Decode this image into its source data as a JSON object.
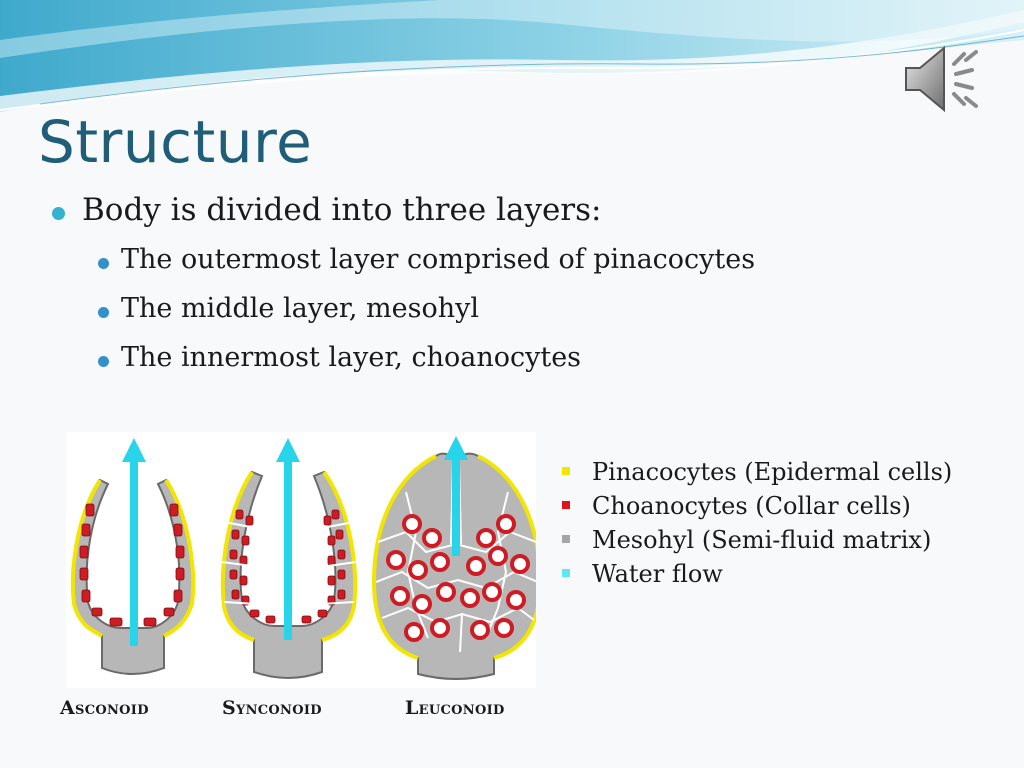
{
  "slide": {
    "title": "Structure",
    "bullets": [
      {
        "text": "Body is divided into three layers:",
        "subitems": [
          "The outermost layer comprised of pinacocytes",
          "The middle layer, mesohyl",
          "The innermost layer, choanocytes"
        ]
      }
    ]
  },
  "diagram": {
    "captions": [
      "Asconoid",
      "Synconoid",
      "Leuconoid"
    ],
    "legend": [
      {
        "label": "Pinacocytes (Epidermal cells)",
        "color": "#f2e600"
      },
      {
        "label": "Choanocytes (Collar cells)",
        "color": "#e0121b"
      },
      {
        "label": "Mesohyl (Semi-fluid matrix)",
        "color": "#a6a6a6"
      },
      {
        "label": "Water flow",
        "color": "#5ee6f2"
      }
    ]
  },
  "colors": {
    "title": "#1f5d78",
    "bullet_primary": "#33b3cf",
    "bullet_secondary": "#3390c9",
    "wave_dark": "#4fb3d1",
    "wave_light": "#bfe6f2"
  },
  "icons": {
    "audio": "speaker-icon"
  }
}
